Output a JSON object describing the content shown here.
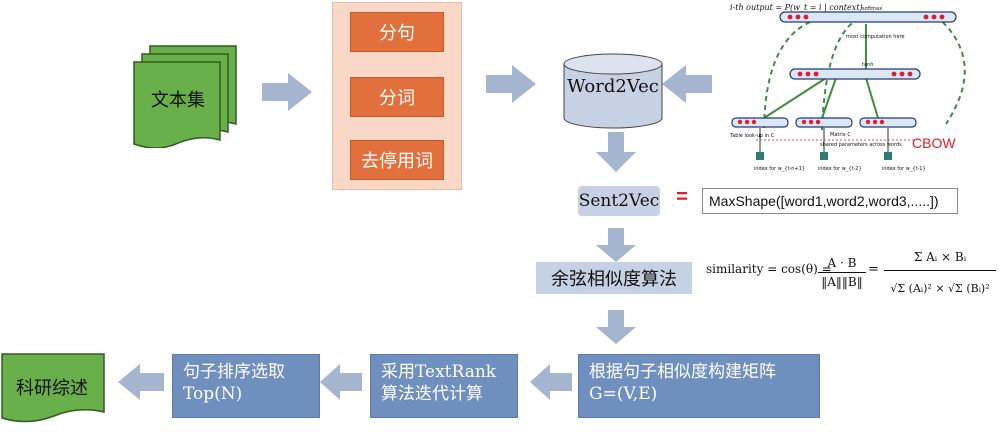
{
  "corpus_label": "文本集",
  "preprocess": {
    "steps": [
      "分句",
      "分词",
      "去停用词"
    ]
  },
  "word2vec_label": "Word2Vec",
  "cbow": {
    "title": "i-th output = P(w_t = i | context)",
    "softmax": "softmax",
    "most_computation": "most computation here",
    "tanh": "tanh",
    "table_lookup": "Table look-up in C",
    "matrix_c": "Matrix C",
    "shared_params": "shared parameters across words",
    "index_left": "index for w_{t-n+1}",
    "index_mid": "index for w_{t-2}",
    "index_right": "index for w_{t-1}",
    "label": "CBOW"
  },
  "sent2vec_label": "Sent2Vec",
  "equals": "=",
  "maxshape_label": "MaxShape([word1,word2,word3,.....])",
  "cosine_label": "余弦相似度算法",
  "similarity_formula": {
    "lhs": "similarity = cos(θ) =",
    "frac1_num": "A · B",
    "frac1_den": "‖A‖‖B‖",
    "frac2_num": "Σ Aᵢ × Bᵢ",
    "frac2_den": "√Σ (Aᵢ)² × √Σ (Bᵢ)²"
  },
  "matrix_box": {
    "line1": "根据句子相似度构建矩阵",
    "line2": "G=(V,E)"
  },
  "textrank_box": {
    "line1": "采用TextRank",
    "line2": "算法迭代计算"
  },
  "topn_box": {
    "line1": "句子排序选取",
    "line2": "Top(N)"
  },
  "output_label": "科研综述",
  "colors": {
    "green": "#6ab04a",
    "orange": "#e2703d",
    "blue": "#6f8fbe",
    "arrow": "#a5b4cf",
    "pink": "#fad8c8"
  }
}
